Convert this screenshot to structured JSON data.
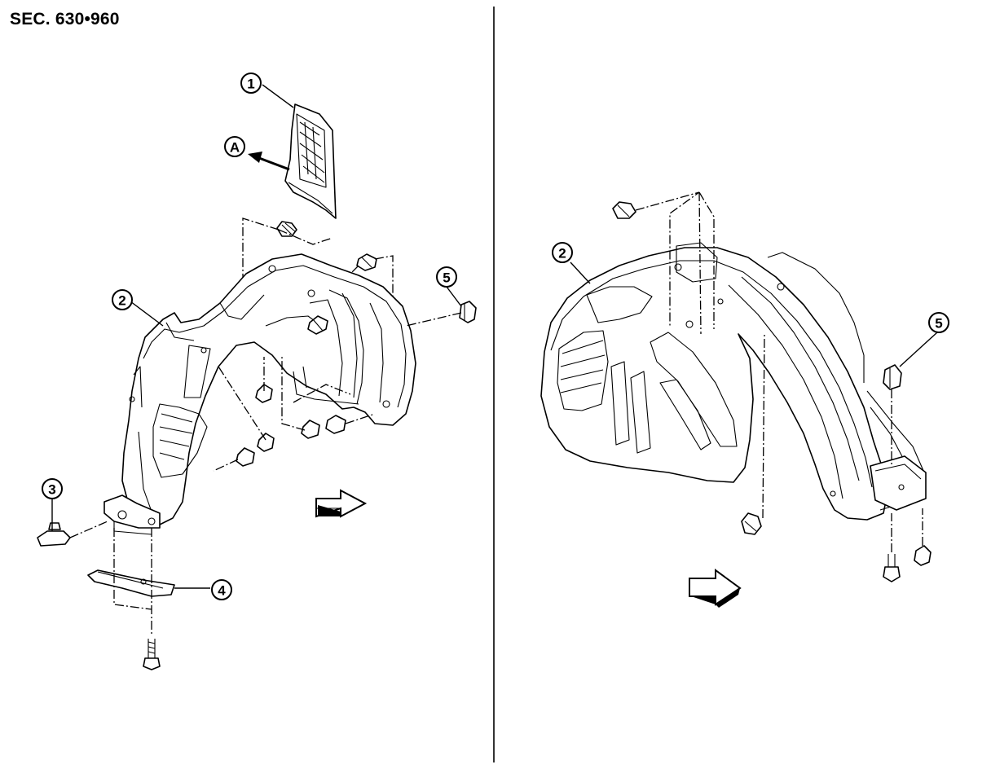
{
  "section_label": "SEC. 630•960",
  "views": [
    {
      "id": "left-view",
      "callouts": [
        "1",
        "A",
        "2",
        "3",
        "4",
        "5"
      ],
      "direction_arrow": "front-arrow"
    },
    {
      "id": "right-view",
      "callouts": [
        "2",
        "5"
      ],
      "direction_arrow": "front-arrow"
    }
  ]
}
